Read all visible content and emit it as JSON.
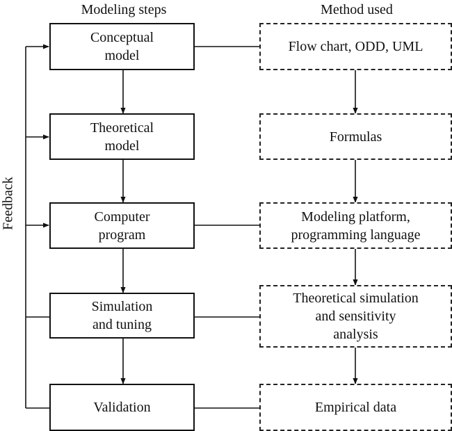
{
  "headers": {
    "left": "Modeling steps",
    "right": "Method used"
  },
  "side_label": "Feedback",
  "steps": [
    {
      "line1": "Conceptual",
      "line2": "model"
    },
    {
      "line1": "Theoretical",
      "line2": "model"
    },
    {
      "line1": "Computer",
      "line2": "program"
    },
    {
      "line1": "Simulation",
      "line2": "and tuning"
    },
    {
      "line1": "Validation"
    }
  ],
  "methods": [
    {
      "line1": "Flow chart, ODD, UML"
    },
    {
      "line1": "Formulas"
    },
    {
      "line1": "Modeling platform,",
      "line2": "programming language"
    },
    {
      "line1": "Theoretical simulation",
      "line2": "and sensitivity",
      "line3": "analysis"
    },
    {
      "line1": "Empirical data"
    }
  ]
}
